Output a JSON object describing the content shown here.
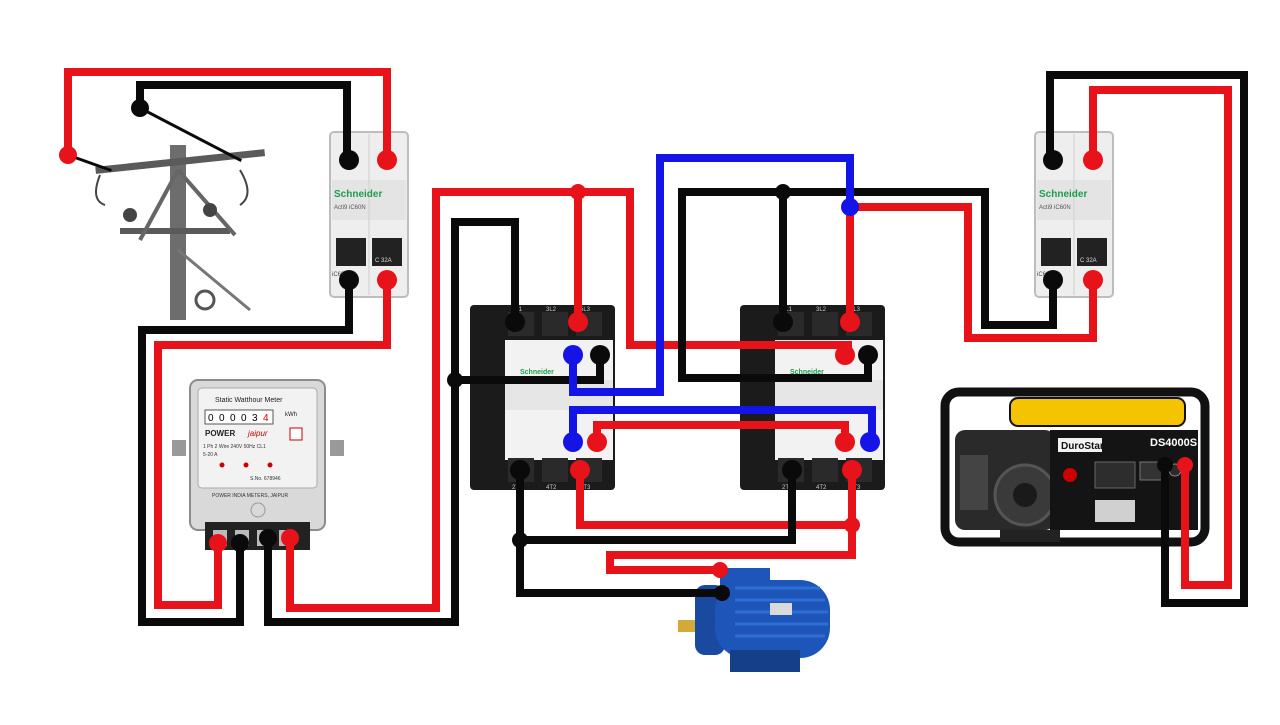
{
  "colors": {
    "live_wire": "#e8121a",
    "neutral_wire": "#0a0a0a",
    "interlock_wire": "#1414e6",
    "breaker_body": "#eeeeee",
    "contactor_body": "#1b1b1b",
    "contactor_face": "#f2f2f2",
    "generator_frame": "#111111",
    "generator_tank": "#f5c400",
    "motor_body": "#1d56b8"
  },
  "breaker_left": {
    "brand": "Schneider",
    "model": "Acti9 iC60N",
    "rating": "C 32A",
    "label": "iC60"
  },
  "breaker_right": {
    "brand": "Schneider",
    "model": "Acti9 iC60N",
    "rating": "C 32A",
    "label": "iC60"
  },
  "meter": {
    "title": "Static Watthour Meter",
    "reading": [
      "0",
      "0",
      "0",
      "0",
      "3",
      "4"
    ],
    "unit": "kWh",
    "brand_left": "POWER",
    "brand_right": "jaipur",
    "spec_line": "1 Ph  2 Wire  240V  50Hz  CL1",
    "current": "5-20 A",
    "serial": "S.No. 678946",
    "maker": "POWER INDIA METERS, JAIPUR"
  },
  "contactor_left": {
    "brand": "Schneider",
    "top_terminals": [
      "1L1",
      "3L2",
      "5L3"
    ],
    "bottom_terminals": [
      "2T1",
      "4T2",
      "6T3"
    ]
  },
  "contactor_right": {
    "brand": "Schneider",
    "top_terminals": [
      "1L1",
      "3L2",
      "5L3"
    ],
    "bottom_terminals": [
      "2T1",
      "4T2",
      "6T3"
    ]
  },
  "generator": {
    "brand": "DuroStar",
    "model": "DS4000S"
  },
  "motor": {
    "icon": "induction-motor-icon"
  },
  "pole": {
    "icon": "utility-pole-icon"
  }
}
